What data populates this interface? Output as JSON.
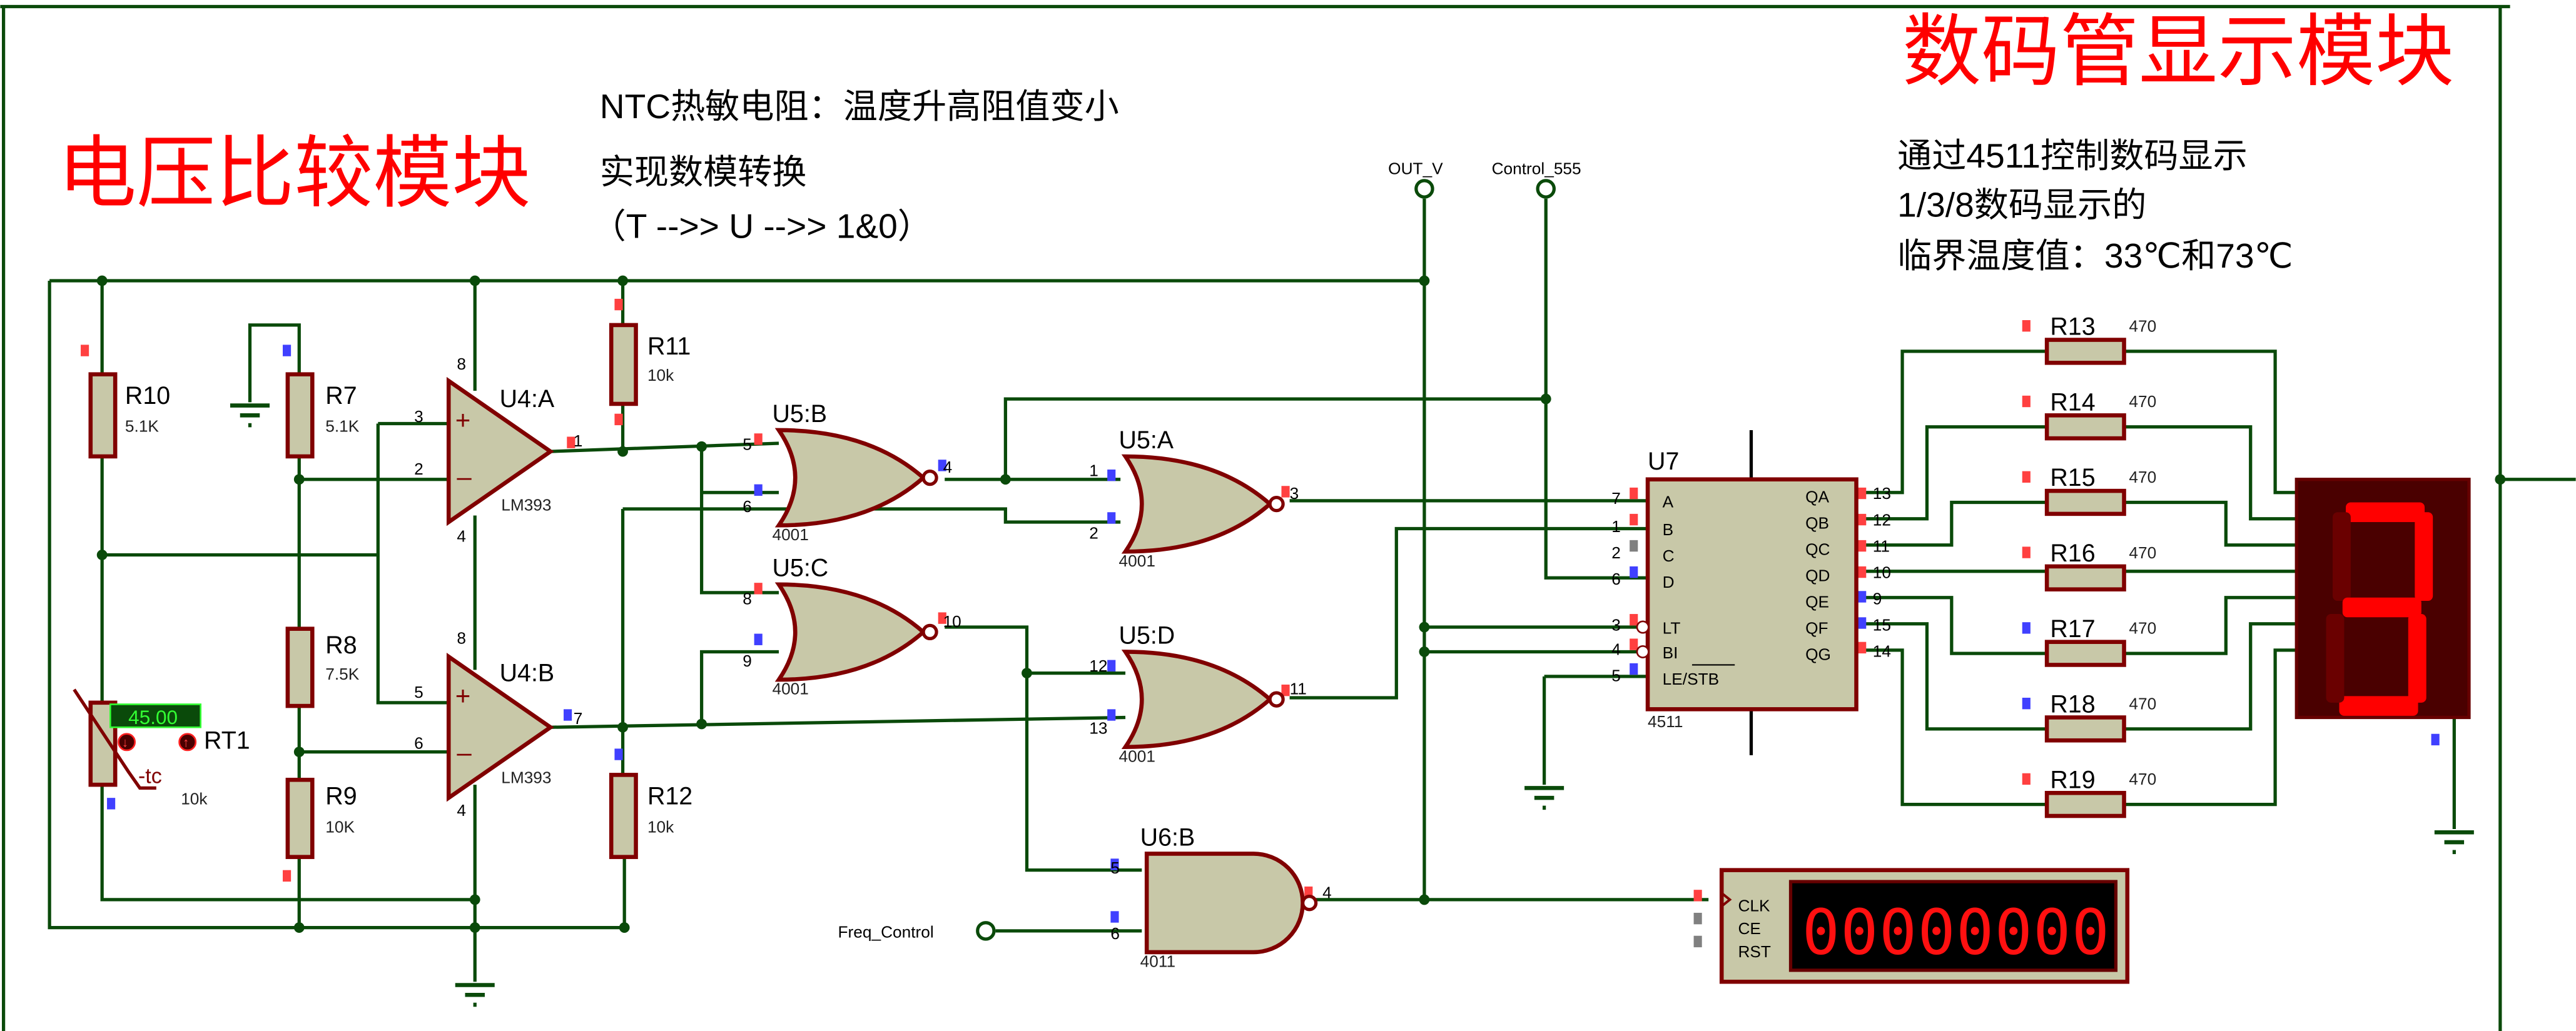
{
  "colors": {
    "wire": "#0a4a0a",
    "outline": "#800000",
    "body": "#c8c8a8",
    "title_red": "#ff0000",
    "pin_high": "#ff4040",
    "pin_low": "#4040ff",
    "pin_float": "#808080",
    "led_on": "#ff0000",
    "led_bg": "#4a0000"
  },
  "titles": {
    "left_module": "电压比较模块",
    "right_module": "数码管显示模块"
  },
  "notes_left": [
    "NTC热敏电阻：温度升高阻值变小",
    "实现数模转换",
    "（T -->> U -->> 1&0）"
  ],
  "notes_right": [
    "通过4511控制数码显示",
    "1/3/8数码显示的",
    "临界温度值：33℃和73℃"
  ],
  "terminals": {
    "out_v": "OUT_V",
    "control_555": "Control_555",
    "freq_control": "Freq_Control"
  },
  "resistors": {
    "r10": {
      "ref": "R10",
      "value": "5.1K"
    },
    "r7": {
      "ref": "R7",
      "value": "5.1K"
    },
    "r11": {
      "ref": "R11",
      "value": "10k"
    },
    "r8": {
      "ref": "R8",
      "value": "7.5K"
    },
    "r9": {
      "ref": "R9",
      "value": "10K"
    },
    "r12": {
      "ref": "R12",
      "value": "10k"
    },
    "seg": [
      {
        "ref": "R13",
        "value": "470"
      },
      {
        "ref": "R14",
        "value": "470"
      },
      {
        "ref": "R15",
        "value": "470"
      },
      {
        "ref": "R16",
        "value": "470"
      },
      {
        "ref": "R17",
        "value": "470"
      },
      {
        "ref": "R18",
        "value": "470"
      },
      {
        "ref": "R19",
        "value": "470"
      }
    ]
  },
  "thermistor": {
    "ref": "RT1",
    "value": "10k",
    "temperature": "45.00",
    "tc": "-tc"
  },
  "opamps": {
    "u4a": {
      "ref": "U4:A",
      "part": "LM393",
      "pin_plus": "3",
      "pin_minus": "2",
      "pin_out": "1",
      "pin_vcc": "8",
      "pin_gnd": "4"
    },
    "u4b": {
      "ref": "U4:B",
      "part": "LM393",
      "pin_plus": "5",
      "pin_minus": "6",
      "pin_out": "7",
      "pin_vcc": "8",
      "pin_gnd": "4"
    }
  },
  "gates": {
    "u5b": {
      "ref": "U5:B",
      "part": "4001",
      "in1": "5",
      "in2": "6",
      "out": "4"
    },
    "u5c": {
      "ref": "U5:C",
      "part": "4001",
      "in1": "8",
      "in2": "9",
      "out": "10"
    },
    "u5a": {
      "ref": "U5:A",
      "part": "4001",
      "in1": "1",
      "in2": "2",
      "out": "3"
    },
    "u5d": {
      "ref": "U5:D",
      "part": "4001",
      "in1": "12",
      "in2": "13",
      "out": "11"
    },
    "u6b": {
      "ref": "U6:B",
      "part": "4011",
      "in1": "5",
      "in2": "6",
      "out": "4"
    }
  },
  "decoder": {
    "ref": "U7",
    "part": "4511",
    "inputs": [
      {
        "pin": "7",
        "name": "A"
      },
      {
        "pin": "1",
        "name": "B"
      },
      {
        "pin": "2",
        "name": "C"
      },
      {
        "pin": "6",
        "name": "D"
      },
      {
        "pin": "3",
        "name": "LT"
      },
      {
        "pin": "4",
        "name": "BI"
      },
      {
        "pin": "5",
        "name": "LE/STB"
      }
    ],
    "outputs": [
      {
        "pin": "13",
        "name": "QA"
      },
      {
        "pin": "12",
        "name": "QB"
      },
      {
        "pin": "11",
        "name": "QC"
      },
      {
        "pin": "10",
        "name": "QD"
      },
      {
        "pin": "9",
        "name": "QE"
      },
      {
        "pin": "15",
        "name": "QF"
      },
      {
        "pin": "14",
        "name": "QG"
      }
    ]
  },
  "seven_segment": {
    "digit": "3",
    "segments_on": [
      "a",
      "b",
      "c",
      "d",
      "g"
    ]
  },
  "counter": {
    "reading": "00000000",
    "inputs": [
      "CLK",
      "CE",
      "RST"
    ]
  }
}
